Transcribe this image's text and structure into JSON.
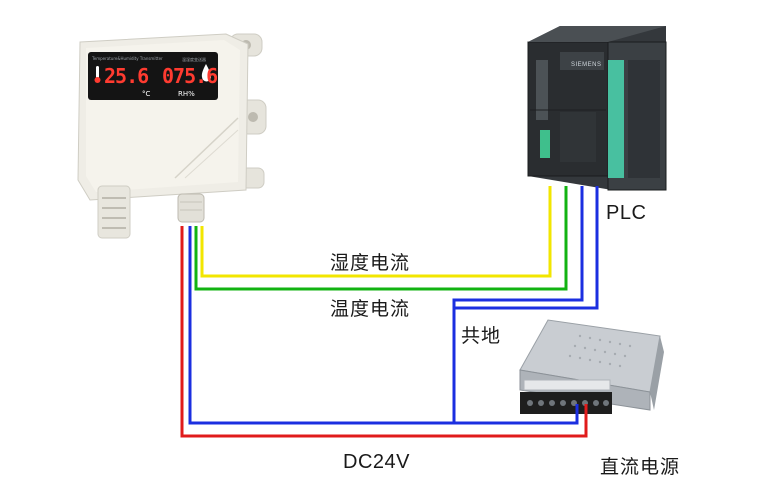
{
  "labels": {
    "humidity_current": "湿度电流",
    "temperature_current": "温度电流",
    "common_ground": "共地",
    "plc": "PLC",
    "supply_voltage": "DC24V",
    "dc_power_supply": "直流电源"
  },
  "transmitter": {
    "temperature_reading": "25.6",
    "humidity_reading": "075.6",
    "temperature_unit": "°C",
    "humidity_unit": "RH%",
    "title_text": "Temperature&Humidity Transmitter",
    "title_cn": "温湿度变送器"
  },
  "plc_device": {
    "brand": "SIEMENS"
  },
  "colors": {
    "humidity_wire": "#f2e600",
    "temperature_wire": "#12b312",
    "ground_wire": "#1b2fe0",
    "power_wire": "#e01b1b",
    "display_digits": "#ff3b30"
  }
}
